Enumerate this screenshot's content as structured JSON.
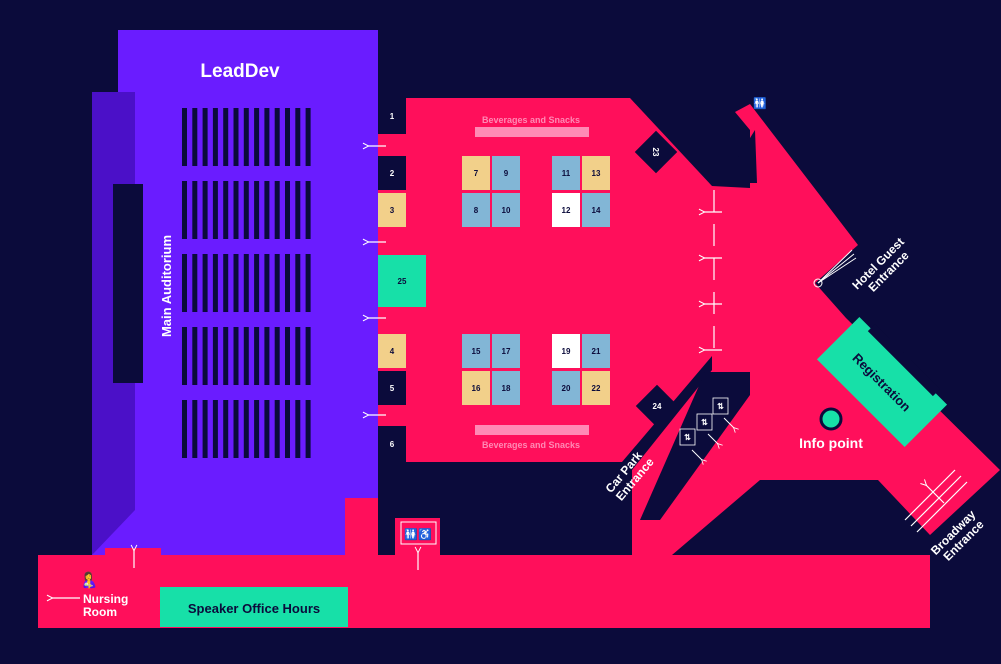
{
  "map": {
    "auditorium": {
      "brand": "LeadDev",
      "label": "Main Auditorium"
    },
    "booths": [
      "1",
      "2",
      "3",
      "4",
      "5",
      "6",
      "7",
      "8",
      "9",
      "10",
      "11",
      "12",
      "13",
      "14",
      "15",
      "16",
      "17",
      "18",
      "19",
      "20",
      "21",
      "22",
      "23",
      "24",
      "25"
    ],
    "booth_colors": {
      "1": "navy",
      "2": "navy",
      "3": "yellow",
      "4": "yellow",
      "5": "navy",
      "6": "navy",
      "7": "yellow",
      "8": "blue",
      "9": "blue",
      "10": "blue",
      "11": "blue",
      "12": "white",
      "13": "yellow",
      "14": "blue",
      "15": "blue",
      "16": "yellow",
      "17": "blue",
      "18": "blue",
      "19": "white",
      "20": "blue",
      "21": "blue",
      "22": "yellow",
      "23": "navy",
      "24": "navy",
      "25": "teal"
    },
    "bev_top": "Beverages and Snacks",
    "bev_bottom": "Beverages and Snacks",
    "registration": "Registration",
    "info_point": "Info point",
    "hotel_entrance": [
      "Hotel Guest",
      "Entrance"
    ],
    "car_park_entrance": [
      "Car Park",
      "Entrance"
    ],
    "broadway_entrance": [
      "Broadway",
      "Entrance"
    ],
    "nursing_room": [
      "Nursing",
      "Room"
    ],
    "speaker_office_hours": "Speaker Office Hours",
    "icons": [
      "restroom-icon",
      "accessible-restroom-icon",
      "elevator-icon",
      "nursing-icon",
      "arrow-icon"
    ],
    "colors": {
      "background": "#0b0b3b",
      "hall": "#ff0f5b",
      "auditorium": "#6a1cff",
      "auditorium_stage": "#4b10c8",
      "teal": "#17e0a8",
      "booth_blue": "#82b6d6",
      "booth_yellow": "#f2d08a",
      "booth_white": "#ffffff",
      "booth_navy": "#0b0b3b",
      "bev_bar": "#ff8ab5",
      "bev_text": "#ff8ab5"
    }
  }
}
